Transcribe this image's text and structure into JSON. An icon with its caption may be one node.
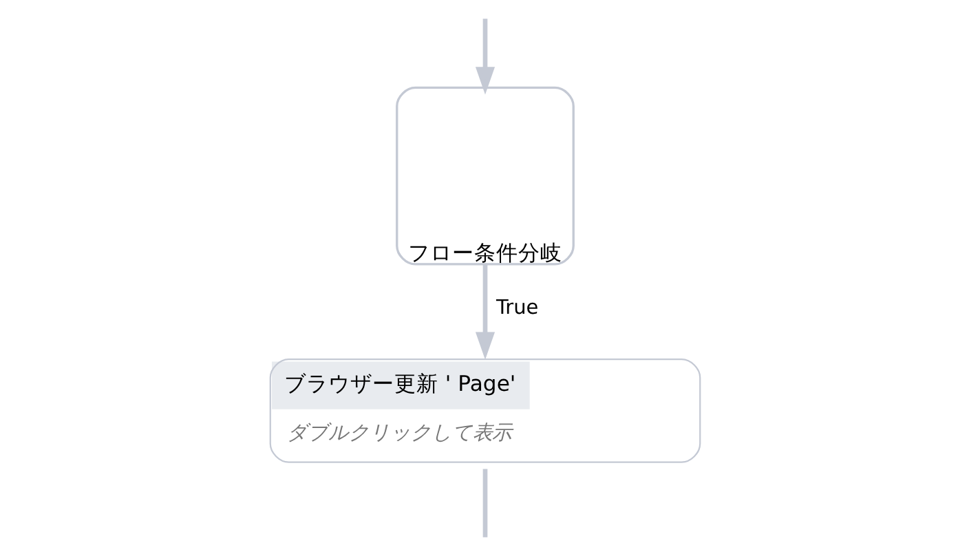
{
  "diagram": {
    "nodes": [
      {
        "text": [
          "フロー条件分岐"
        ]
      },
      {
        "text": [
          "ブラウザー更新 ' Page'",
          "ダブルクリックして表示"
        ]
      }
    ],
    "edges": [
      {
        "from": null,
        "to": 0,
        "arrow": "to"
      },
      {
        "from": 0,
        "to": 1,
        "arrow": "to",
        "label": "True"
      },
      {
        "from": 1,
        "to": null,
        "arrow": "none"
      }
    ]
  }
}
